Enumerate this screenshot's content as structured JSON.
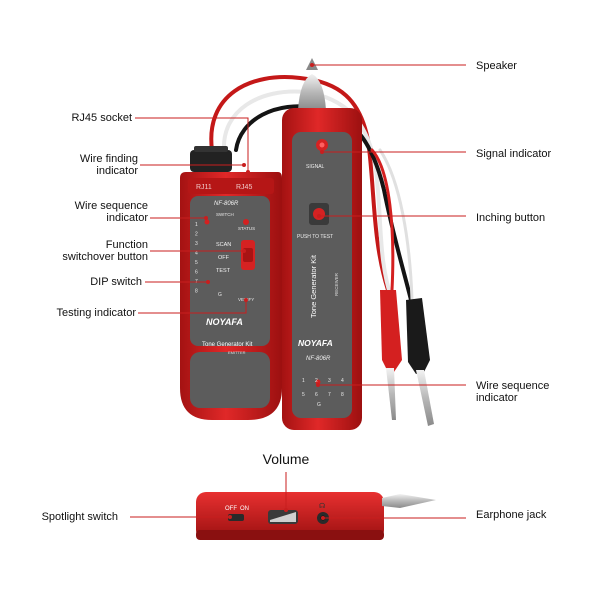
{
  "callouts": {
    "rj45_socket": "RJ45 socket",
    "wire_finding_indicator": [
      "Wire finding",
      "indicator"
    ],
    "wire_sequence_indicator_left": [
      "Wire sequence",
      "indicator"
    ],
    "function_switchover_button": [
      "Function",
      "switchover button"
    ],
    "dip_switch": "DIP switch",
    "testing_indicator": "Testing indicator",
    "speaker": "Speaker",
    "signal_indicator": "Signal indicator",
    "inching_button": "Inching button",
    "wire_sequence_indicator_right": [
      "Wire sequence",
      "indicator"
    ],
    "volume": "Volume",
    "spotlight_switch": "Spotlight switch",
    "earphone_jack": "Earphone jack"
  },
  "emitter": {
    "ports": [
      "RJ11",
      "RJ45"
    ],
    "switch_label": "SWITCH",
    "status_label": "STATUS",
    "dip_numbers": [
      "1",
      "2",
      "3",
      "4",
      "5",
      "6",
      "7",
      "8"
    ],
    "dip_g": "G",
    "modes": [
      "SCAN",
      "OFF",
      "TEST"
    ],
    "verify_label": "VERIFY",
    "model": "NF-806R",
    "brand": "NOYAFA",
    "kit_name": "Tone Generator Kit",
    "kit_type": "EMITTER"
  },
  "receiver": {
    "signal_label": "SIGNAL",
    "push_to_test": "PUSH TO TEST",
    "kit_name": "Tone Generator Kit",
    "kit_type": "RECEIVER",
    "brand": "NOYAFA",
    "model": "NF-806R",
    "wire_numbers": [
      "1",
      "2",
      "3",
      "4",
      "5",
      "6",
      "7",
      "8"
    ],
    "wire_g": "G"
  },
  "side_view": {
    "off_label": "OFF",
    "on_label": "ON"
  },
  "colors": {
    "device_red": "#d42020",
    "panel_gray": "#5a5a5a",
    "callout_line": "#c81e1e"
  }
}
